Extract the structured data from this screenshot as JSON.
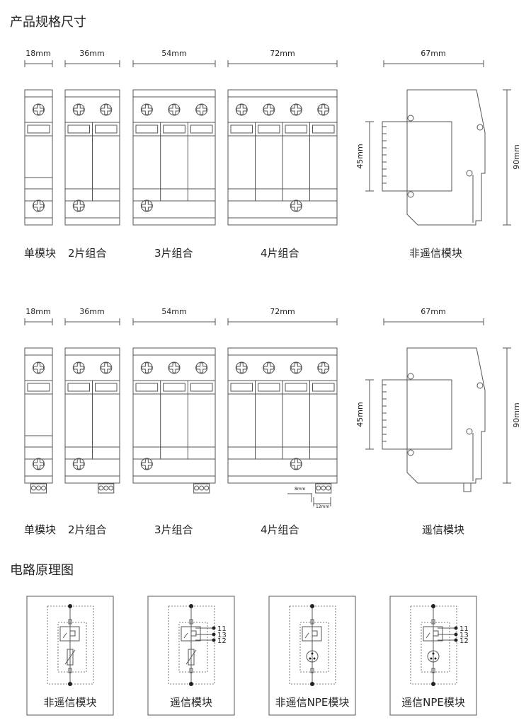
{
  "section1_title": "产品规格尺寸",
  "section2_title": "电路原理图",
  "row1": {
    "widths": [
      "18mm",
      "36mm",
      "54mm",
      "72mm"
    ],
    "side_width": "67mm",
    "side_inner_height": "45mm",
    "side_height": "90mm",
    "labels": [
      "单模块",
      "2片组合",
      "3片组合",
      "4片组合",
      "非遥信模块"
    ]
  },
  "row2": {
    "widths": [
      "18mm",
      "36mm",
      "54mm",
      "72mm"
    ],
    "side_width": "67mm",
    "side_inner_height": "45mm",
    "side_height": "90mm",
    "terminal_height": "8mm",
    "terminal_width": "12mm",
    "labels": [
      "单模块",
      "2片组合",
      "3片组合",
      "4片组合",
      "遥信模块"
    ]
  },
  "circuits": [
    {
      "label": "非遥信模块",
      "remote": false,
      "npe": false
    },
    {
      "label": "遥信模块",
      "remote": true,
      "npe": false,
      "terminals": [
        "11",
        "13",
        "12"
      ]
    },
    {
      "label": "非遥信NPE模块",
      "remote": false,
      "npe": true
    },
    {
      "label": "遥信NPE模块",
      "remote": true,
      "npe": true,
      "terminals": [
        "11",
        "13",
        "12"
      ]
    }
  ]
}
